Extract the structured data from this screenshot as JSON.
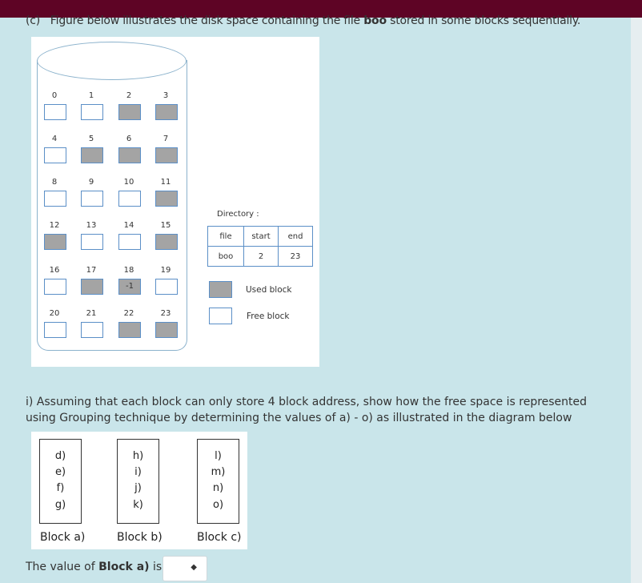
{
  "question": {
    "intro_label": "(c)",
    "intro_before": "Figure below illustrates the disk space containing the file ",
    "intro_file": "boo",
    "intro_after": " stored in some blocks sequentially.",
    "part_i": "i) Assuming that each block can only store 4 block address, show how the free space is represented using Grouping technique by determining the values of a) - o) as illustrated in the diagram below"
  },
  "disk": {
    "blocks": [
      {
        "num": "0",
        "used": false
      },
      {
        "num": "1",
        "used": false
      },
      {
        "num": "2",
        "used": true
      },
      {
        "num": "3",
        "used": true
      },
      {
        "num": "4",
        "used": false
      },
      {
        "num": "5",
        "used": true
      },
      {
        "num": "6",
        "used": true
      },
      {
        "num": "7",
        "used": true
      },
      {
        "num": "8",
        "used": false
      },
      {
        "num": "9",
        "used": false
      },
      {
        "num": "10",
        "used": false
      },
      {
        "num": "11",
        "used": true
      },
      {
        "num": "12",
        "used": true
      },
      {
        "num": "13",
        "used": false
      },
      {
        "num": "14",
        "used": false
      },
      {
        "num": "15",
        "used": true
      },
      {
        "num": "16",
        "used": false
      },
      {
        "num": "17",
        "used": true
      },
      {
        "num": "18",
        "used": true,
        "content": "-1"
      },
      {
        "num": "19",
        "used": false
      },
      {
        "num": "20",
        "used": false
      },
      {
        "num": "21",
        "used": false
      },
      {
        "num": "22",
        "used": true
      },
      {
        "num": "23",
        "used": true
      }
    ],
    "directory_label": "Directory :",
    "directory_headers": [
      "file",
      "start",
      "end"
    ],
    "directory_row": [
      "boo",
      "2",
      "23"
    ],
    "legend_used": "Used block",
    "legend_free": "Free block",
    "used_color": "#a4a4a4",
    "border_color": "#5b8fc7"
  },
  "grouping": {
    "block_a": [
      "d)",
      "e)",
      "f)",
      "g)"
    ],
    "block_b": [
      "h)",
      "i)",
      "j)",
      "k)"
    ],
    "block_c": [
      "l)",
      "m)",
      "n)",
      "o)"
    ],
    "captions": [
      "Block a)",
      "Block b)",
      "Block c)"
    ]
  },
  "answer": {
    "prefix": "The value of ",
    "bold": "Block a)",
    "suffix": " is =",
    "selected": ""
  },
  "icons": {
    "select_arrow": "up-down-arrows-icon"
  }
}
